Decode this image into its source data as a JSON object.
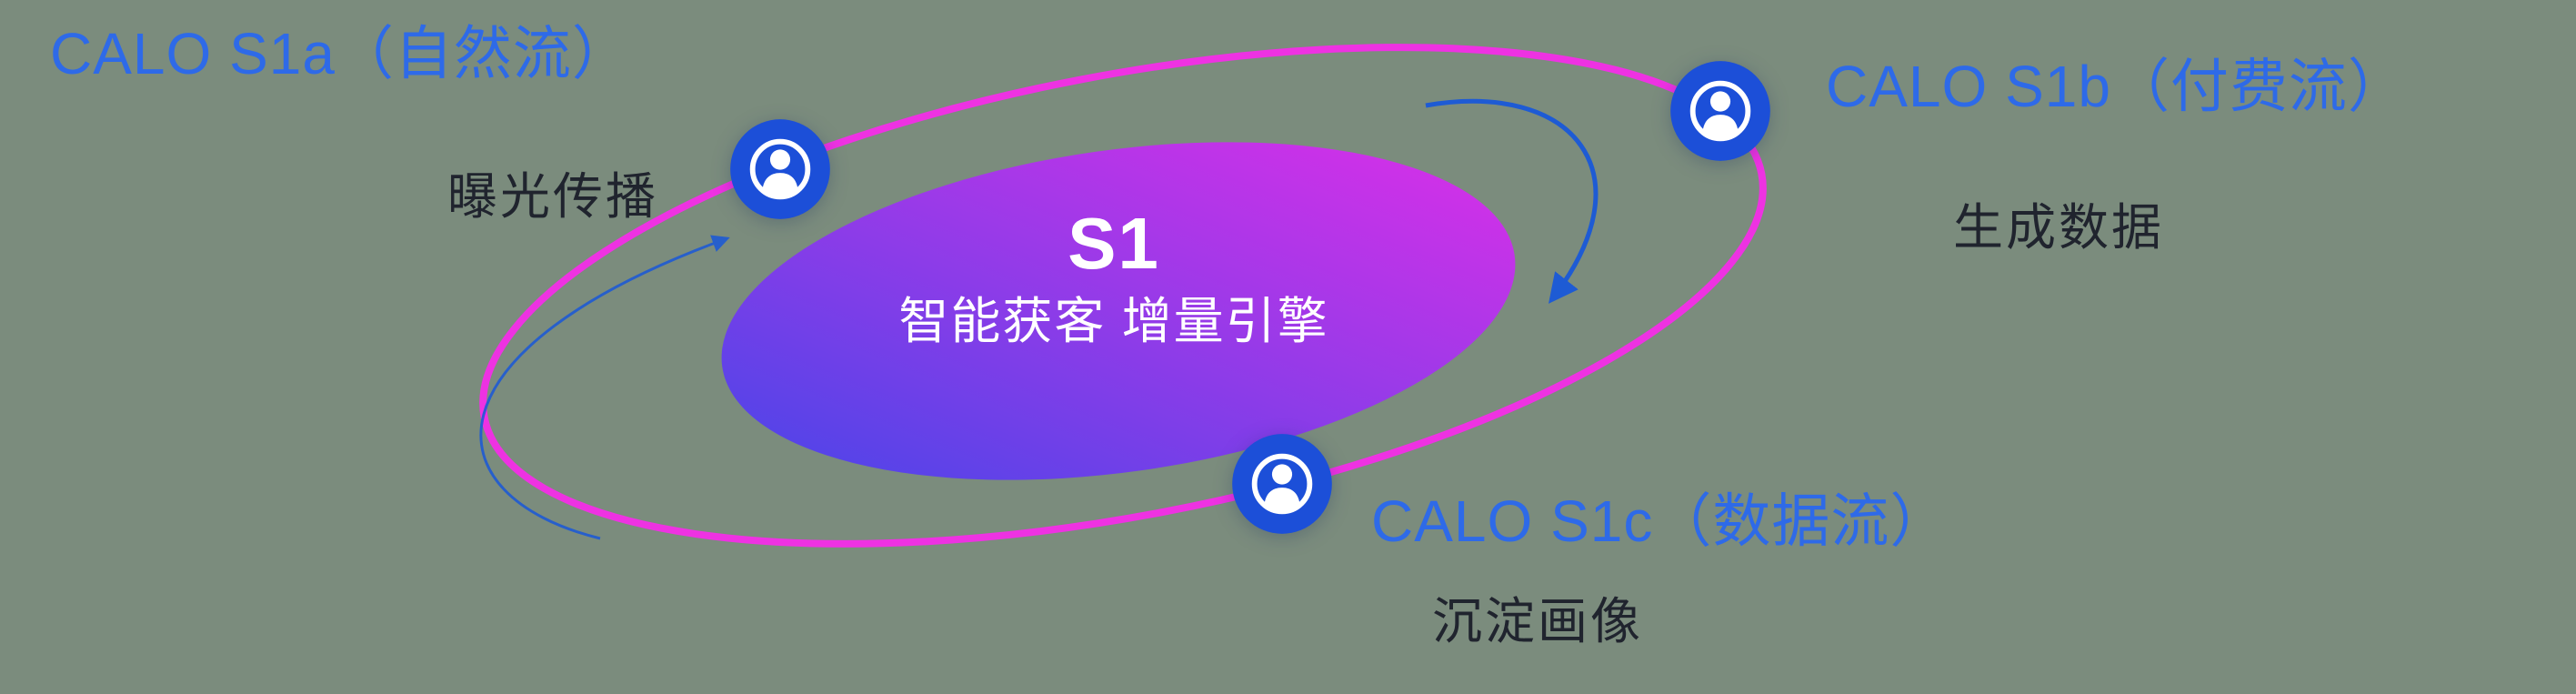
{
  "center": {
    "title": "S1",
    "subtitle": "智能获客  增量引擎"
  },
  "nodes": [
    {
      "id": "s1a",
      "label": "CALO S1a（自然流）",
      "sublabel": "曝光传播",
      "icon": "user-icon"
    },
    {
      "id": "s1b",
      "label": "CALO S1b（付费流）",
      "sublabel": "生成数据",
      "icon": "user-icon"
    },
    {
      "id": "s1c",
      "label": "CALO S1c（数据流）",
      "sublabel": "沉淀画像",
      "icon": "user-icon"
    }
  ],
  "colors": {
    "background": "#7b8c7d",
    "orbit_ring": "#ee32e2",
    "core_gradient_start": "#4a45e8",
    "core_gradient_end": "#da2fe8",
    "node_circle": "#1c4fd8",
    "label_blue": "#2e6ae8",
    "sublabel_dark": "#20242e",
    "arrow_blue": "#1e5bd4",
    "center_text": "#ffffff"
  }
}
